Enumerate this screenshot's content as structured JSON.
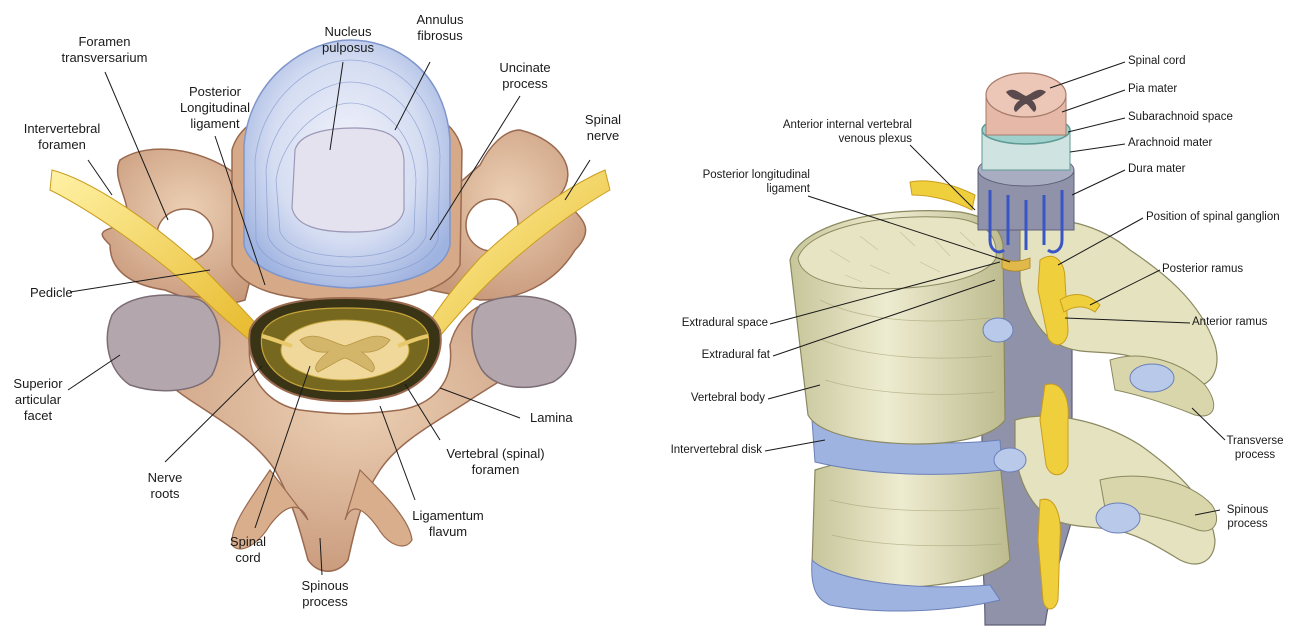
{
  "left_labels": {
    "nucleus_pulposus": "Nucleus\npulposus",
    "annulus_fibrosus": "Annulus\nfibrosus",
    "foramen_transversarium": "Foramen\ntransversarium",
    "posterior_longitudinal_ligament": "Posterior\nLongitudinal\nligament",
    "uncinate_process": "Uncinate\nprocess",
    "intervertebral_foramen": "Intervertebral\nforamen",
    "spinal_nerve": "Spinal\nnerve",
    "pedicle": "Pedicle",
    "superior_articular_facet": "Superior\narticular\nfacet",
    "lamina": "Lamina",
    "nerve_roots": "Nerve\nroots",
    "vertebral_foramen": "Vertebral (spinal)\nforamen",
    "ligamentum_flavum": "Ligamentum\nflavum",
    "spinal_cord": "Spinal\ncord",
    "spinous_process": "Spinous\nprocess"
  },
  "right_labels": {
    "spinal_cord": "Spinal cord",
    "pia_mater": "Pia mater",
    "subarachnoid_space": "Subarachnoid space",
    "arachnoid_mater": "Arachnoid mater",
    "dura_mater": "Dura mater",
    "anterior_internal_vertebral_venous_plexus": "Anterior internal vertebral\nvenous plexus",
    "posterior_longitudinal_ligament": "Posterior longitudinal\nligament",
    "position_of_spinal_ganglion": "Position of spinal ganglion",
    "posterior_ramus": "Posterior ramus",
    "extradural_space": "Extradural space",
    "anterior_ramus": "Anterior ramus",
    "extradural_fat": "Extradural fat",
    "vertebral_body": "Vertebral body",
    "transverse_process": "Transverse\nprocess",
    "intervertebral_disk": "Intervertebral disk",
    "spinous_process": "Spinous\nprocess"
  },
  "colors": {
    "bone": "#d9b392",
    "bone_dark": "#a9785a",
    "disc_blue": "#b9c9ea",
    "nucleus": "#e3e0ee",
    "nerve_yellow": "#f0cf3c",
    "canal_dark": "#3a3416",
    "cord_yellow": "#efd89a",
    "facet_gray": "#b3a7ad",
    "vertebra_cream": "#e4e2bf",
    "dura_gray": "#8f92a8",
    "leader": "#1a1a1a"
  }
}
